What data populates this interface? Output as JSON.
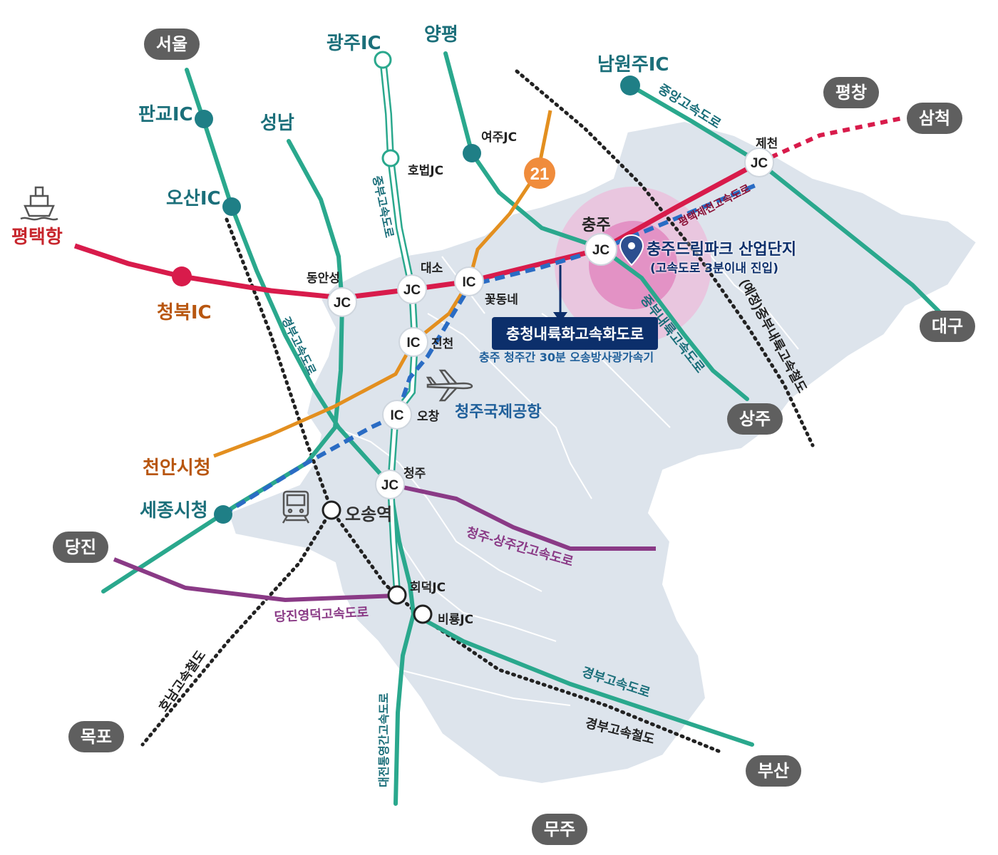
{
  "cities": {
    "seoul": "서울",
    "pyeongchang": "평창",
    "samcheok": "삼척",
    "daegu": "대구",
    "sangju": "상주",
    "dangjin": "당진",
    "mokpo": "목포",
    "busan": "부산",
    "muju": "무주"
  },
  "ic_labels": {
    "gwangju_ic": "광주IC",
    "yangpyeong": "양평",
    "namwonju_ic": "남원주IC",
    "pangyo_ic": "판교IC",
    "seongnam": "성남",
    "osan_ic": "오산IC",
    "cheongbuk_ic": "청북IC",
    "sejong": "세종시청",
    "cheongju_airport": "청주국제공항",
    "cheonan": "천안시청",
    "pyeongtaek_port": "평택항"
  },
  "junction_labels": {
    "yeoju_jc": "여주JC",
    "hobeop_jc": "호법JC",
    "dongan": "동안성",
    "daeso": "대소",
    "kkotdong": "꽃동네",
    "jincheon": "진천",
    "ochang": "오창",
    "cheongju": "청주",
    "hoedeok_jc": "회덕JC",
    "biryong_jc": "비룡JC",
    "jecheon": "제천",
    "chungju": "충주",
    "osong_station": "오송역"
  },
  "node_marks": {
    "jc": "JC",
    "ic": "IC"
  },
  "route_21": "21",
  "road_labels": {
    "jungang": "중앙고속도로",
    "pyeongtaek_jecheon": "평택제천고속도로",
    "jungbu_naeryuk": "중부내륙고속도로",
    "jungbu_naeryuk_rail": "(예정)중부내륙고속철도",
    "jungbu": "중부고속도로",
    "gyeongbu_left": "경부고속도로",
    "cheongju_sangju": "청주-상주간고속도로",
    "dangjin_yeongdeok": "당진영덕고속도로",
    "honam_rail": "호남고속철도",
    "daejeon_tongyeong": "대전통영간고속도로",
    "gyeongbu_right": "경부고속도로",
    "gyeongbu_rail": "경부고속철도"
  },
  "callout": {
    "title": "충청내륙화고속화도로",
    "subtitle": "충주 청주간 30분 오송방사광가속기"
  },
  "park": {
    "name": "충주드림파크 산업단지",
    "note": "(고속도로 3분이내 진입)"
  },
  "colors": {
    "region_fill": "#dde4ec",
    "region_border": "#ffffff",
    "teal_road": "#2aa88d",
    "teal_node": "#1f7f86",
    "red_road": "#d81b4b",
    "orange_road": "#e38f1f",
    "purple_road": "#8a3a86",
    "blue_dashed": "#2a6cc4",
    "badge_navy": "#0c2f6b",
    "pill_gray": "#5f5f5f",
    "radius_pink": "#e070b4"
  }
}
